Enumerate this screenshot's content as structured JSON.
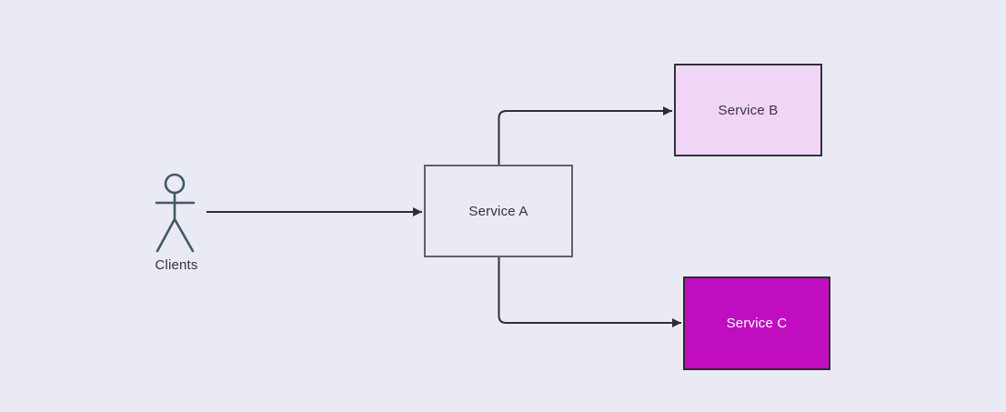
{
  "colors": {
    "canvas-bg": "#e9eaf3",
    "actor": "#3e5a66",
    "connector": "#2e2e36",
    "label-text": "#33333b",
    "service-a-fill": "#e9eaf3",
    "service-a-border": "#5f6368",
    "service-a-text": "#33333b",
    "service-b-fill": "#f1d5f7",
    "service-b-border": "#33303a",
    "service-b-text": "#3b343f",
    "service-c-fill": "#c00dc0",
    "service-c-border": "#2b2b33",
    "service-c-text": "#ffffff"
  },
  "nodes": {
    "clients": {
      "label": "Clients"
    },
    "service_a": {
      "label": "Service A"
    },
    "service_b": {
      "label": "Service B"
    },
    "service_c": {
      "label": "Service C"
    }
  },
  "edges": [
    {
      "from": "Clients",
      "to": "Service A",
      "arrow": "end"
    },
    {
      "from": "Service A",
      "to": "Service B",
      "arrow": "end"
    },
    {
      "from": "Service A",
      "to": "Service C",
      "arrow": "end"
    }
  ]
}
